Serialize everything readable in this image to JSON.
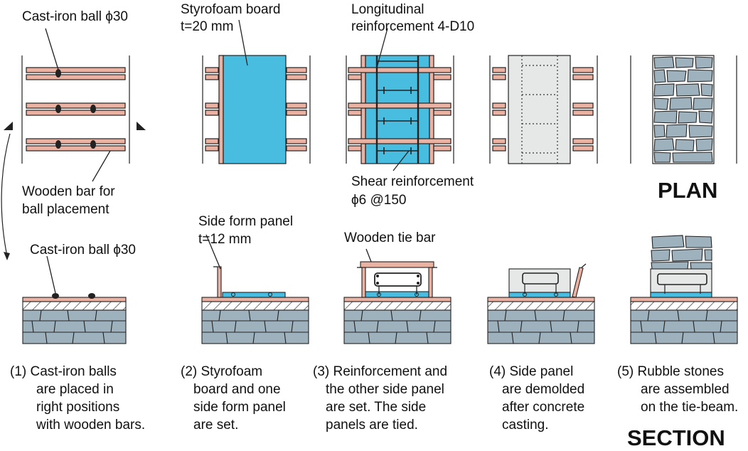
{
  "colors": {
    "wood": "#e9b2a2",
    "styrofoam": "#49bde0",
    "stone": "#9eb2be",
    "concrete": "#e6e8e8",
    "outline": "#222222"
  },
  "labels": {
    "cast_iron_ball_plan": "Cast-iron ball ϕ30",
    "styrofoam_board_1": "Styrofoam board",
    "styrofoam_board_2": "t=20 mm",
    "longitudinal_1": "Longitudinal",
    "longitudinal_2": "reinforcement 4-D10",
    "wooden_bar_1": "Wooden bar for",
    "wooden_bar_2": "ball placement",
    "shear_1": "Shear reinforcement",
    "shear_2": "ϕ6 @150",
    "side_form_1": "Side form panel",
    "side_form_2": "t=12 mm",
    "wooden_tie_bar": "Wooden tie bar",
    "cast_iron_ball_section": "Cast-iron ball ϕ30",
    "plan_heading": "PLAN",
    "section_heading": "SECTION"
  },
  "steps": [
    {
      "lines": [
        "(1) Cast-iron balls",
        "are placed in",
        "right positions",
        "with wooden bars."
      ]
    },
    {
      "lines": [
        "(2) Styrofoam",
        "board and one",
        "side form panel",
        "are set."
      ]
    },
    {
      "lines": [
        "(3) Reinforcement and",
        "the other side panel",
        "are set. The side",
        "panels are tied."
      ]
    },
    {
      "lines": [
        "(4) Side panel",
        "are demolded",
        "after concrete",
        "casting."
      ]
    },
    {
      "lines": [
        "(5) Rubble stones",
        "are assembled",
        "on the tie-beam."
      ]
    }
  ]
}
